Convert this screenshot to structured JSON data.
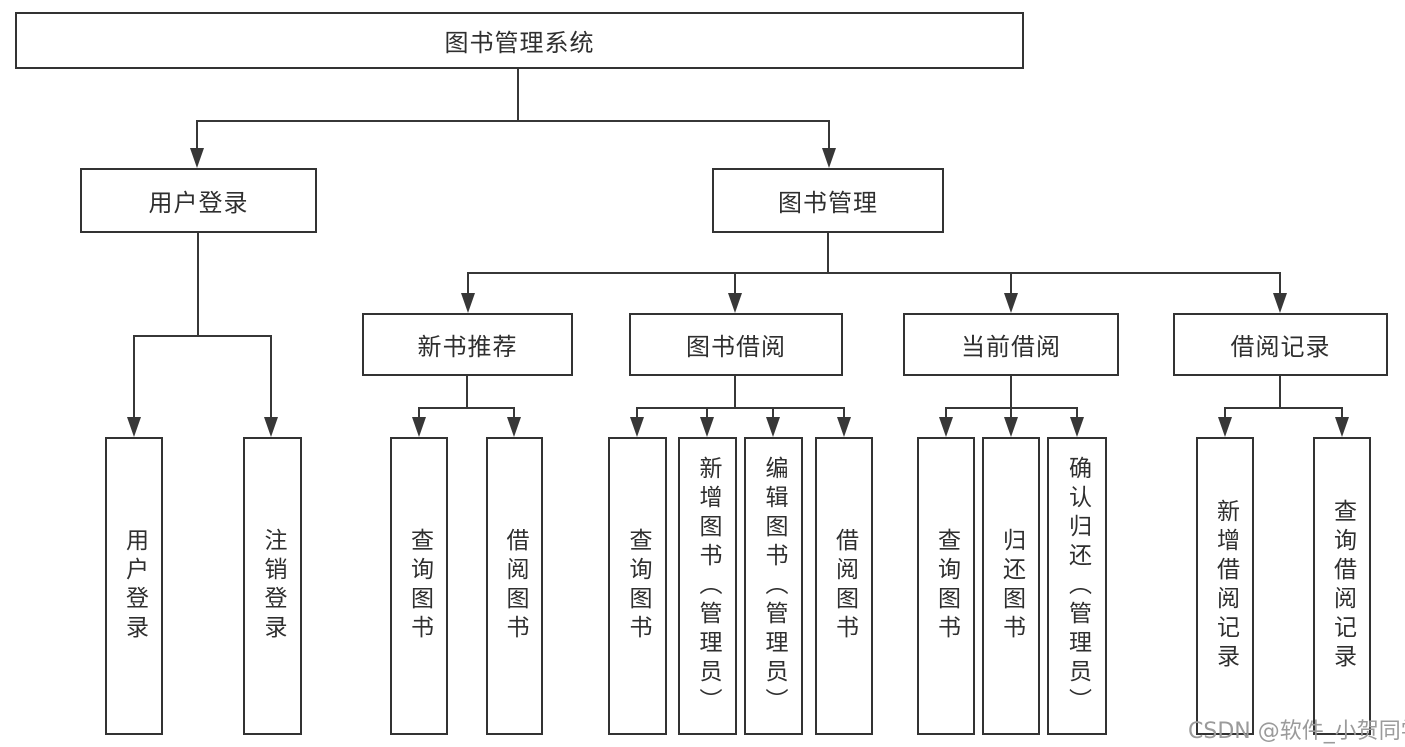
{
  "diagram": {
    "title_node": {
      "label": "图书管理系统"
    },
    "level2": [
      {
        "label": "用户登录"
      },
      {
        "label": "图书管理"
      }
    ],
    "level3": [
      {
        "label": "新书推荐"
      },
      {
        "label": "图书借阅"
      },
      {
        "label": "当前借阅"
      },
      {
        "label": "借阅记录"
      }
    ],
    "leaves": {
      "user_login": [
        "用户登录",
        "注销登录"
      ],
      "new_book": [
        "查询图书",
        "借阅图书"
      ],
      "book_borrow": [
        "查询图书",
        "新增图书（管理员）",
        "编辑图书（管理员）",
        "借阅图书"
      ],
      "current_borrow": [
        "查询图书",
        "归还图书",
        "确认归还（管理员）"
      ],
      "borrow_record": [
        "新增借阅记录",
        "查询借阅记录"
      ]
    }
  },
  "watermark": {
    "text": "CSDN @软件_小贺同学"
  },
  "colors": {
    "line": "#373737",
    "box_border": "#333333",
    "text": "#2f2f2f",
    "watermark": "#9b9b9b",
    "background": "#ffffff"
  }
}
